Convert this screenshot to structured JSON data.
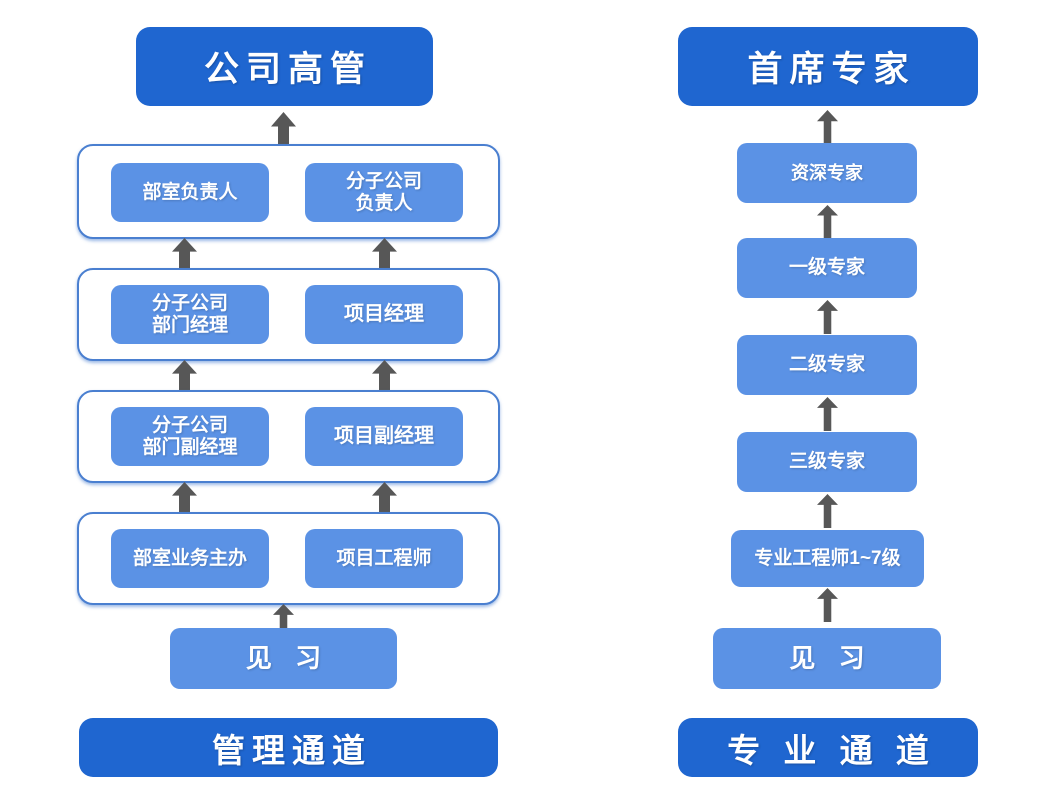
{
  "meta": {
    "colors": {
      "banner_blue": "#1f66d0",
      "box_blue": "#5b92e5",
      "container_border": "#4a7fd0",
      "arrow_gray": "#575757",
      "background": "#ffffff",
      "text_white": "#ffffff"
    }
  },
  "management_track": {
    "top_banner": "公司高管",
    "bottom_banner": "管理通道",
    "intern": "见 习",
    "levels": [
      {
        "left": "部室负责人",
        "right": "分子公司\n负责人"
      },
      {
        "left": "分子公司\n部门经理",
        "right": "项目经理"
      },
      {
        "left": "分子公司\n部门副经理",
        "right": "项目副经理"
      },
      {
        "left": "部室业务主办",
        "right": "项目工程师"
      }
    ],
    "level_1_left": "部室负责人",
    "level_1_right_line1": "分子公司",
    "level_1_right_line2": "负责人",
    "level_2_left_line1": "分子公司",
    "level_2_left_line2": "部门经理",
    "level_2_right": "项目经理",
    "level_3_left_line1": "分子公司",
    "level_3_left_line2": "部门副经理",
    "level_3_right": "项目副经理",
    "level_4_left": "部室业务主办",
    "level_4_right": "项目工程师"
  },
  "professional_track": {
    "top_banner": "首席专家",
    "bottom_banner": "专 业 通 道",
    "intern": "见 习",
    "levels": [
      "资深专家",
      "一级专家",
      "二级专家",
      "三级专家",
      "专业工程师1~7级"
    ],
    "level_1": "资深专家",
    "level_2": "一级专家",
    "level_3": "二级专家",
    "level_4": "三级专家",
    "level_5": "专业工程师1~7级"
  }
}
